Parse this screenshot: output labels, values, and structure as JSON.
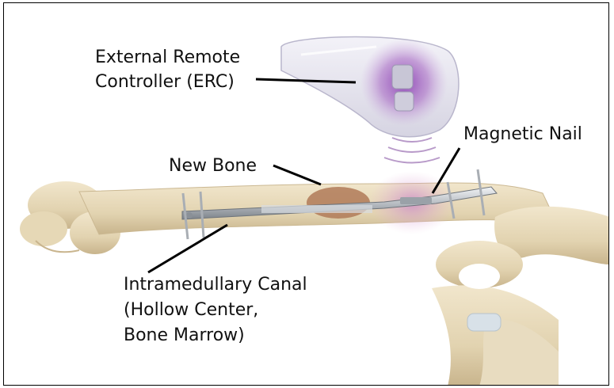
{
  "labels": {
    "erc_line1": "External Remote",
    "erc_line2": "Controller (ERC)",
    "magnetic_nail": "Magnetic Nail",
    "new_bone": "New Bone",
    "canal_line1": "Intramedullary Canal",
    "canal_line2": "(Hollow Center,",
    "canal_line3": "Bone Marrow)"
  },
  "colors": {
    "bone": "#e7d9b8",
    "bone_shadow": "#c9b58e",
    "new_bone": "#b07a58",
    "nail": "#c7cbd0",
    "magnet_glow": "#a25fc0",
    "leader_line": "#000000"
  },
  "icons": [
    "remote-controller-icon",
    "magnetic-wave-icon",
    "screw-icon"
  ]
}
